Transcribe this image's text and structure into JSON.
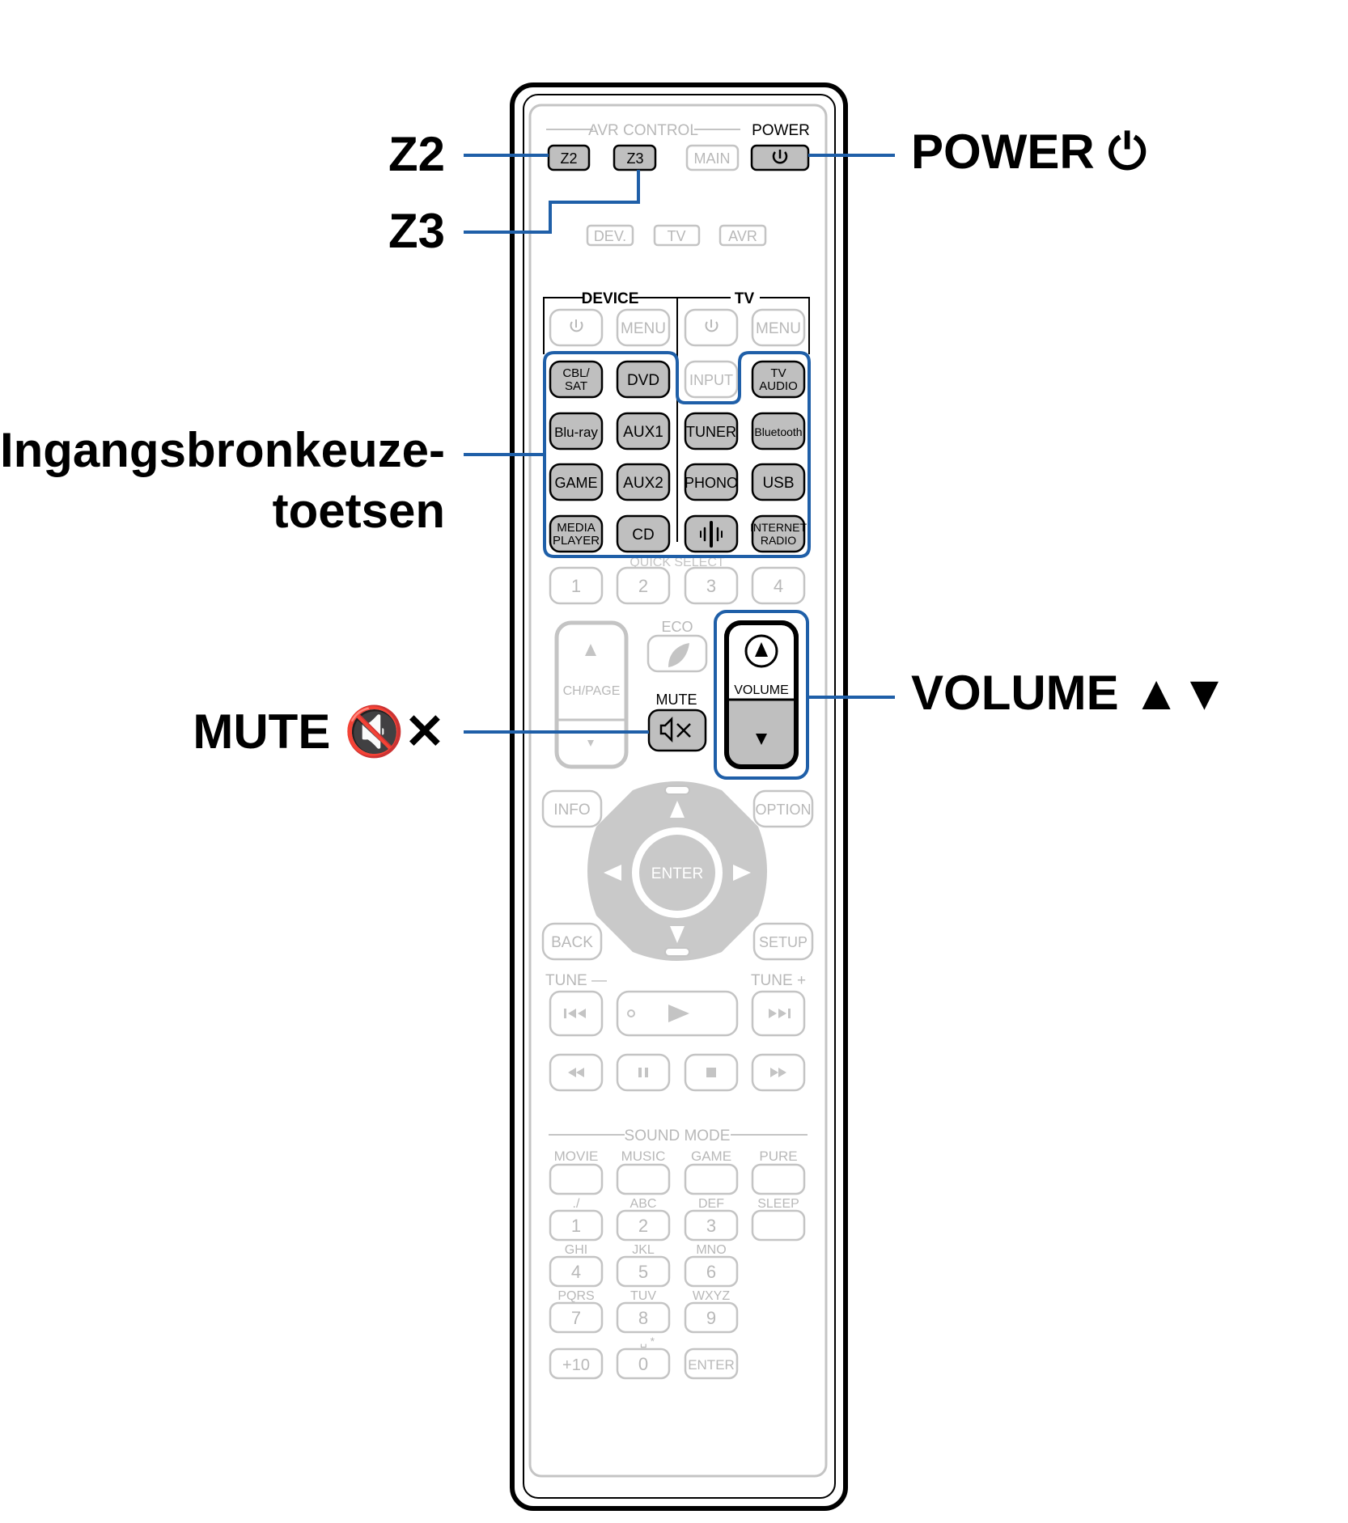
{
  "remote": {
    "avr_control": "AVR CONTROL",
    "power_small": "POWER",
    "z2": "Z2",
    "z3": "Z3",
    "main": "MAIN",
    "dev": "DEV.",
    "tv": "TV",
    "avr": "AVR",
    "device_header": "DEVICE",
    "tv_header": "TV",
    "menu": "MENU",
    "input": "INPUT",
    "cbl": "CBL/",
    "sat": "SAT",
    "dvd": "DVD",
    "tv_line1": "TV",
    "tv_line2": "AUDIO",
    "bluray": "Blu-ray",
    "aux1": "AUX1",
    "tuner": "TUNER",
    "bluetooth": "Bluetooth",
    "game": "GAME",
    "aux2": "AUX2",
    "phono": "PHONO",
    "usb": "USB",
    "media1": "MEDIA",
    "media2": "PLAYER",
    "cd": "CD",
    "inet1": "INTERNET",
    "inet2": "RADIO",
    "quick_select": "QUICK SELECT",
    "qs1": "1",
    "qs2": "2",
    "qs3": "3",
    "qs4": "4",
    "eco": "ECO",
    "ch_page": "CH/PAGE",
    "mute_small": "MUTE",
    "volume_small": "VOLUME",
    "info": "INFO",
    "option": "OPTION",
    "enter": "ENTER",
    "back": "BACK",
    "setup": "SETUP",
    "tune_minus": "TUNE —",
    "tune_plus": "TUNE +",
    "sound_mode": "SOUND MODE",
    "movie": "MOVIE",
    "music": "MUSIC",
    "game_mode": "GAME",
    "pure": "PURE",
    "sub_1": "./",
    "sub_2": "ABC",
    "sub_3": "DEF",
    "sleep": "SLEEP",
    "sub_4": "GHI",
    "sub_5": "JKL",
    "sub_6": "MNO",
    "sub_7": "PQRS",
    "sub_8": "TUV",
    "sub_9": "WXYZ",
    "sub_0": "␣ *",
    "n1": "1",
    "n2": "2",
    "n3": "3",
    "n4": "4",
    "n5": "5",
    "n6": "6",
    "n7": "7",
    "n8": "8",
    "n9": "9",
    "plus10": "+10",
    "n0": "0",
    "enter_small": "ENTER"
  },
  "callouts": {
    "z2": "Z2",
    "z3": "Z3",
    "power": "POWER ⏻",
    "input_line1": "Ingangsbronkeuze-",
    "input_line2": "toetsen",
    "volume": "VOLUME ▲▼",
    "mute": "MUTE 🔇✕"
  },
  "colors": {
    "callout_line": "#1f5fa8",
    "active_button_fill": "#bfbfbf",
    "inactive": "#c0c0c0"
  }
}
